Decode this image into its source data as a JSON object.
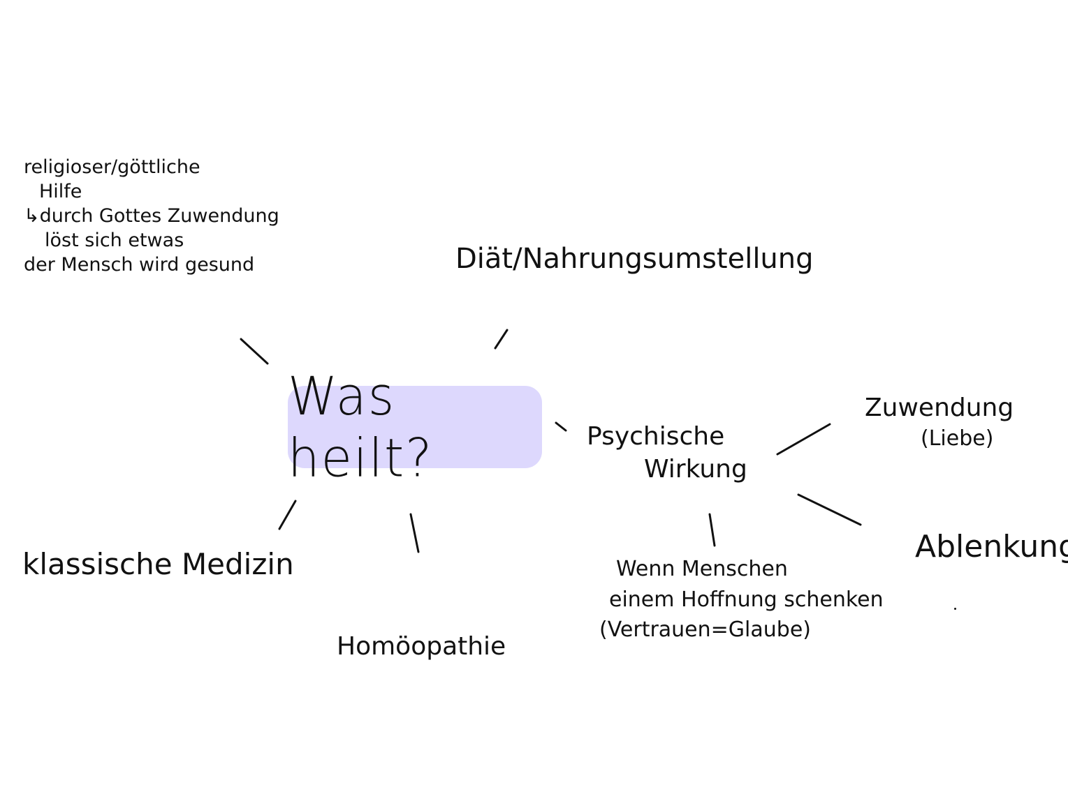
{
  "colors": {
    "center_fill": "#ddd8fd",
    "ink": "#111111",
    "background": "#ffffff"
  },
  "center": {
    "label": "Was heilt?"
  },
  "branches": {
    "religious": {
      "lines": [
        "religioser/göttliche",
        "Hilfe",
        "↳durch Gottes Zuwendung",
        "löst sich etwas",
        "der Mensch wird gesund"
      ]
    },
    "diet": {
      "label": "Diät/Nahrungsumstellung"
    },
    "psychic": {
      "lines": [
        "Psychische",
        "Wirkung"
      ],
      "sub": {
        "affection": {
          "lines": [
            "Zuwendung",
            "(Liebe)"
          ]
        },
        "distraction": {
          "label": "Ablenkung"
        },
        "hope": {
          "lines": [
            "Wenn Menschen",
            "einem Hoffnung schenken",
            "(Vertrauen=Glaube)"
          ]
        }
      }
    },
    "classic": {
      "label": "klassische Medizin"
    },
    "homeopathy": {
      "label": "Homöopathie"
    }
  }
}
